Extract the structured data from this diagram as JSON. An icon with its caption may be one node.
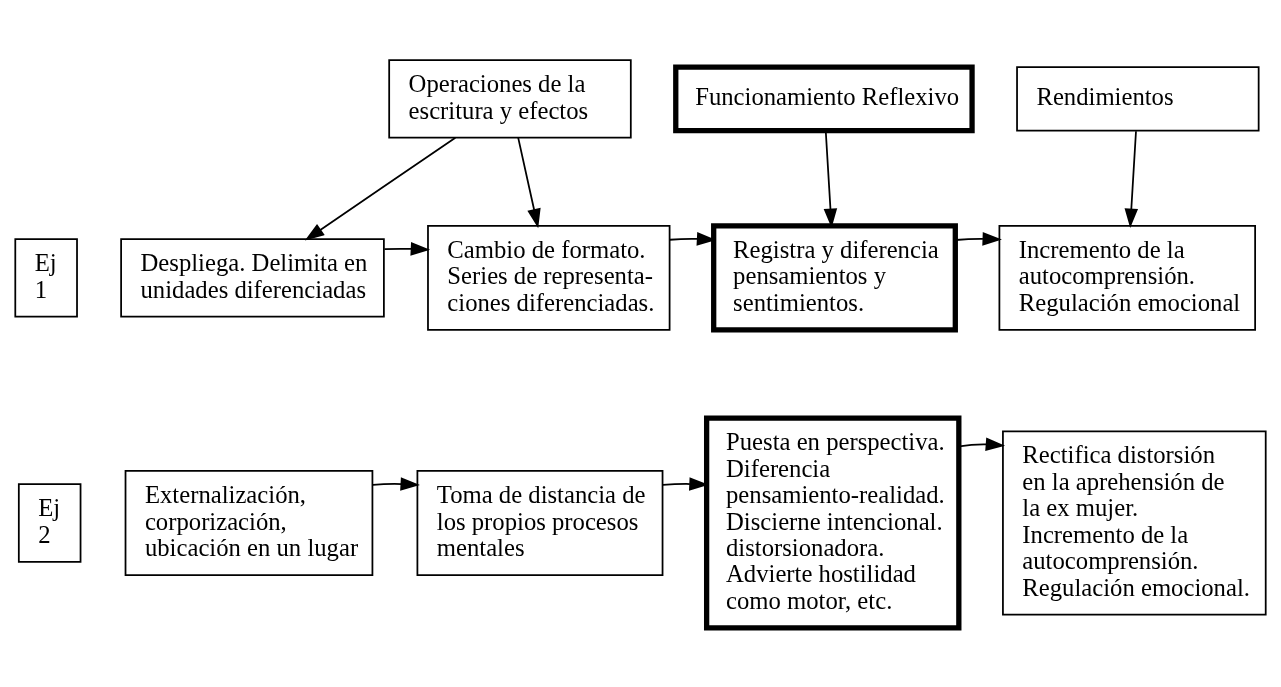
{
  "diagram": {
    "nodes": [
      {
        "text": [
          "Operaciones de la escritura y efectos"
        ]
      },
      {
        "text": [
          "Funcionamiento Reflexivo"
        ]
      },
      {
        "text": [
          "Rendimientos"
        ]
      },
      {
        "text": [
          "Ej 1"
        ]
      },
      {
        "text": [
          "Despliega. Delimita en unidades diferenciadas"
        ]
      },
      {
        "text": [
          "Cambio de formato. Series de representa- ciones diferenciadas."
        ]
      },
      {
        "text": [
          "Registra y diferencia pensamientos y sentimientos."
        ]
      },
      {
        "text": [
          "Incremento de la autocomprensión. Regulación emocional"
        ]
      },
      {
        "text": [
          "Ej 2"
        ]
      },
      {
        "text": [
          "Externalización, corporización, ubicación en un lugar"
        ]
      },
      {
        "text": [
          "Toma de distancia de los propios procesos mentales"
        ]
      },
      {
        "text": [
          "Puesta en perspectiva. Diferencia pensamiento-realidad. Discierne intencional. distorsionadora. Advierte hostilidad como motor, etc."
        ]
      },
      {
        "text": [
          "Rectifica distorsión en la aprehensión de la ex mujer. Incremento de la autocomprensión. Regulación emocional."
        ]
      }
    ],
    "edges": [
      {
        "from": 0,
        "to": 4,
        "arrow": "to"
      },
      {
        "from": 0,
        "to": 5,
        "arrow": "to"
      },
      {
        "from": 1,
        "to": 6,
        "arrow": "to"
      },
      {
        "from": 2,
        "to": 7,
        "arrow": "to"
      },
      {
        "from": 4,
        "to": 5,
        "arrow": "to"
      },
      {
        "from": 5,
        "to": 6,
        "arrow": "to"
      },
      {
        "from": 6,
        "to": 7,
        "arrow": "to"
      },
      {
        "from": 9,
        "to": 10,
        "arrow": "to"
      },
      {
        "from": 10,
        "to": 11,
        "arrow": "to"
      },
      {
        "from": 11,
        "to": 12,
        "arrow": "to"
      }
    ]
  }
}
